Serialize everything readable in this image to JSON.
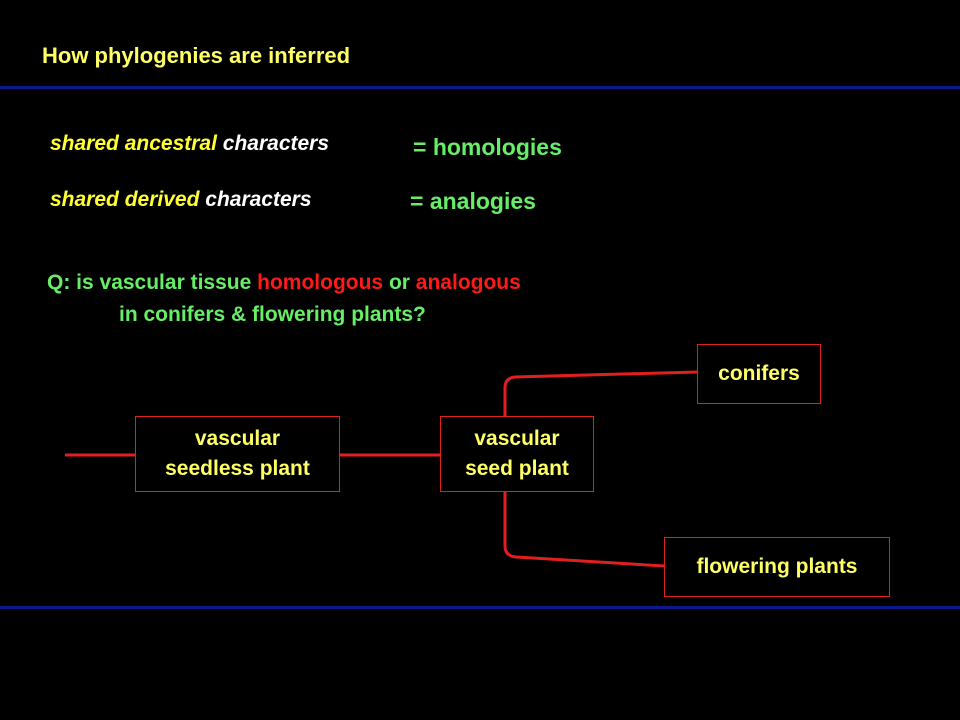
{
  "title": "How phylogenies are inferred",
  "rows": {
    "ancestral": {
      "w1": "shared",
      "w2": "ancestral",
      "w3": "characters",
      "eq": "= homologies"
    },
    "derived": {
      "w1": "shared",
      "w2": "derived",
      "w3": "characters",
      "eq": "= analogies"
    }
  },
  "question": {
    "prefix": "Q: is vascular tissue",
    "homologous": "homologous",
    "or": "or",
    "analogous": "analogous",
    "line2": "in conifers & flowering plants?"
  },
  "tree": {
    "root": {
      "line1": "vascular",
      "line2": "seedless plant"
    },
    "node": {
      "line1": "vascular",
      "line2": "seed plant"
    },
    "conifers": "conifers",
    "flowering": "flowering plants"
  },
  "colors": {
    "rule": "#0a1a8c",
    "branch": "#e0201e",
    "title": "#ffff66",
    "green": "#66ee66",
    "red": "#ff1a1a"
  }
}
